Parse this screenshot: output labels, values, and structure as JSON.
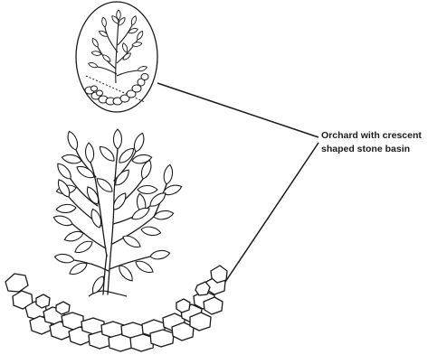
{
  "caption": {
    "line1": "Orchard with crescent",
    "line2": "shaped stone basin"
  },
  "colors": {
    "ink": "#1a1a1a",
    "background": "#ffffff"
  },
  "icons": [
    "inset-plant-illustration",
    "shrub-illustration",
    "crescent-stone-basin"
  ]
}
